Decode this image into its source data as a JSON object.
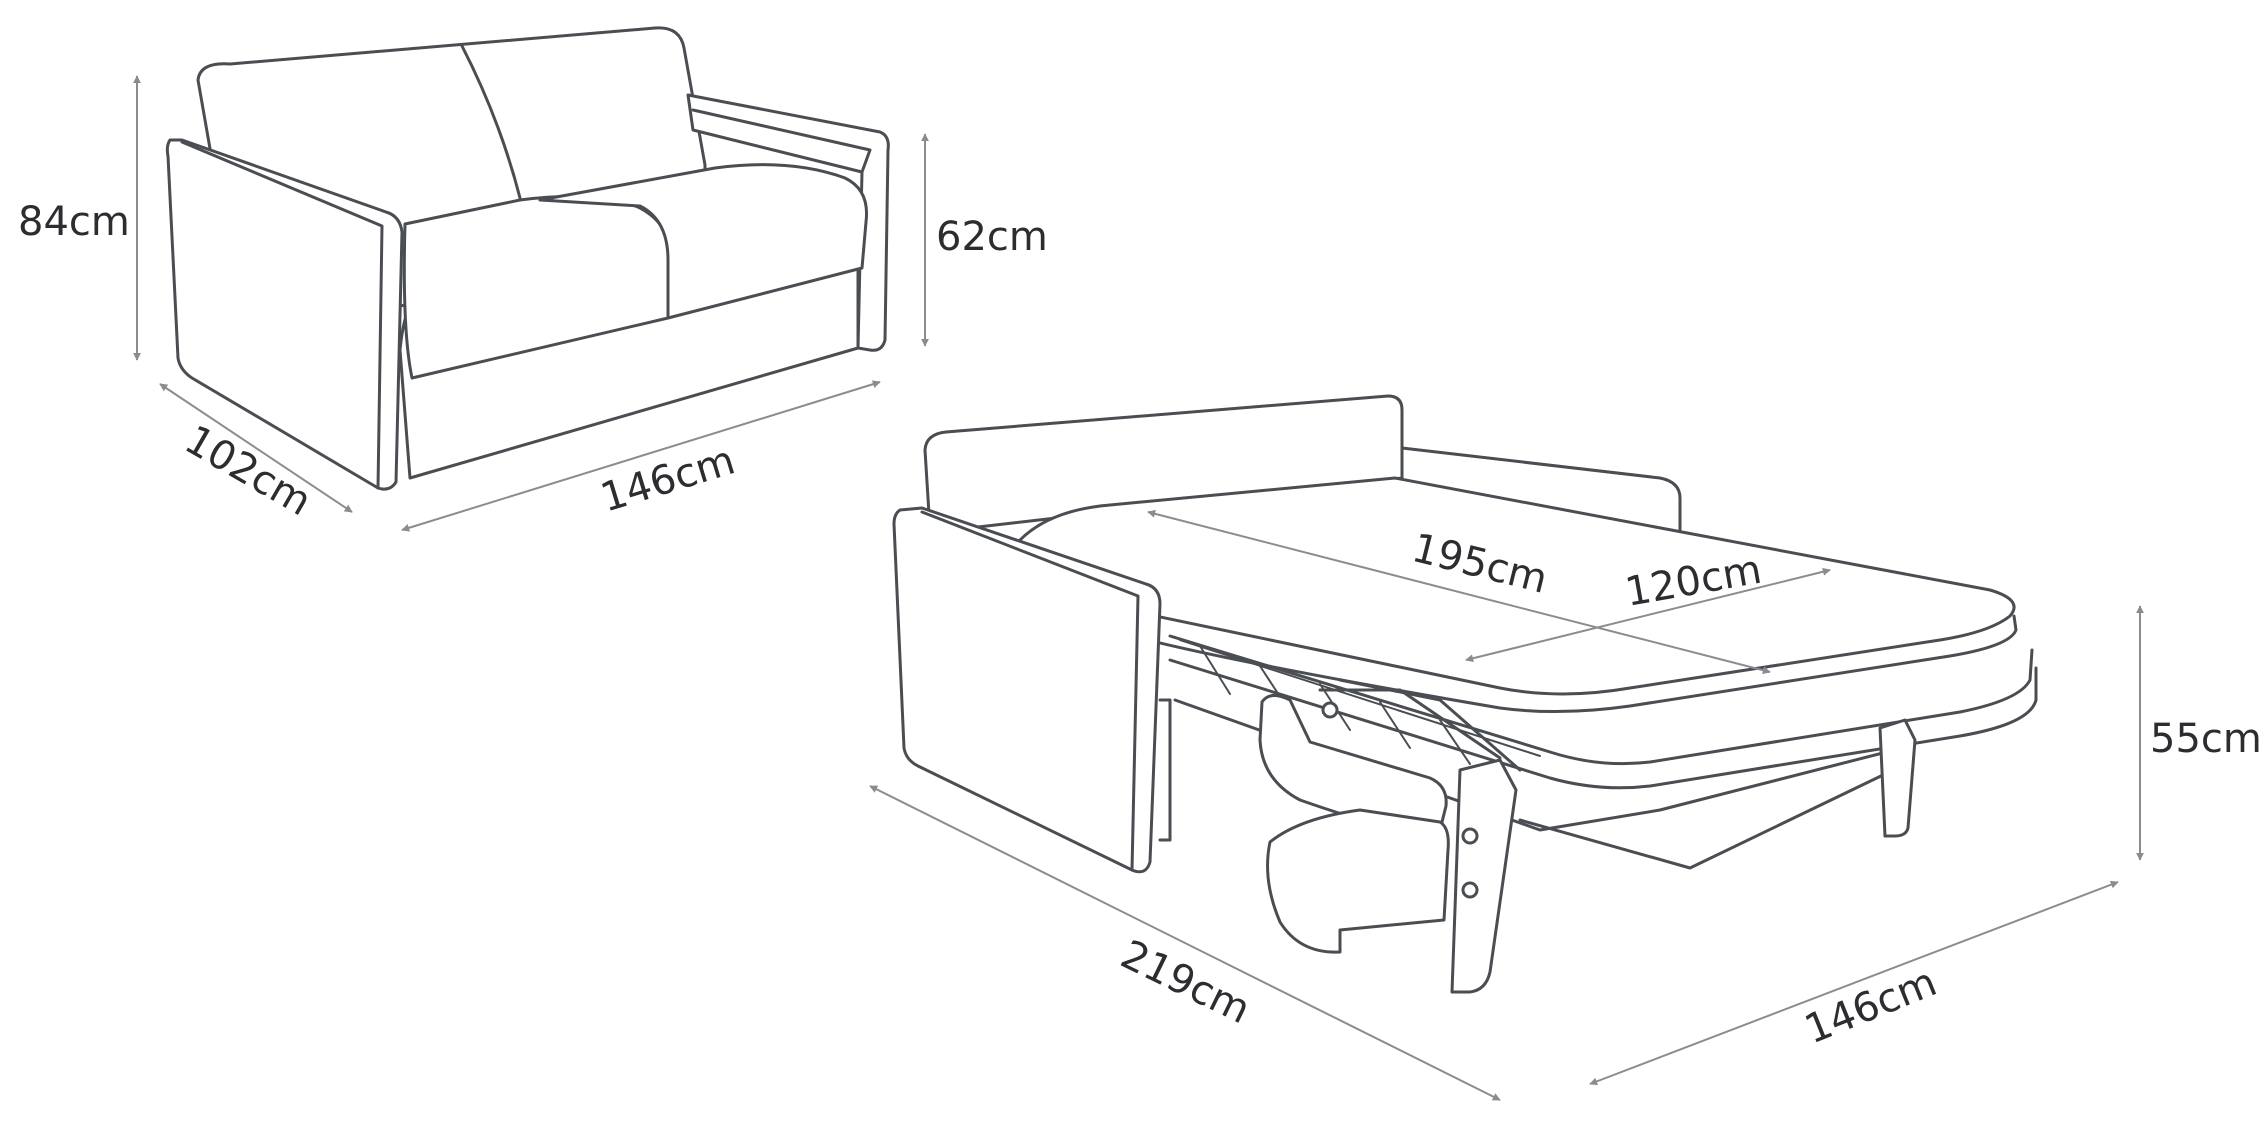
{
  "dimensions": {
    "sofa_height": "84cm",
    "arm_height": "62cm",
    "sofa_depth": "102cm",
    "sofa_width": "146cm",
    "mattress_length": "195cm",
    "mattress_width": "120cm",
    "bed_height": "55cm",
    "bed_length": "219cm",
    "bed_width": "146cm"
  },
  "colors": {
    "outline": "#4a4d52",
    "dimension_line": "#8a8c90",
    "text": "#2b2d30",
    "background": "#ffffff"
  }
}
